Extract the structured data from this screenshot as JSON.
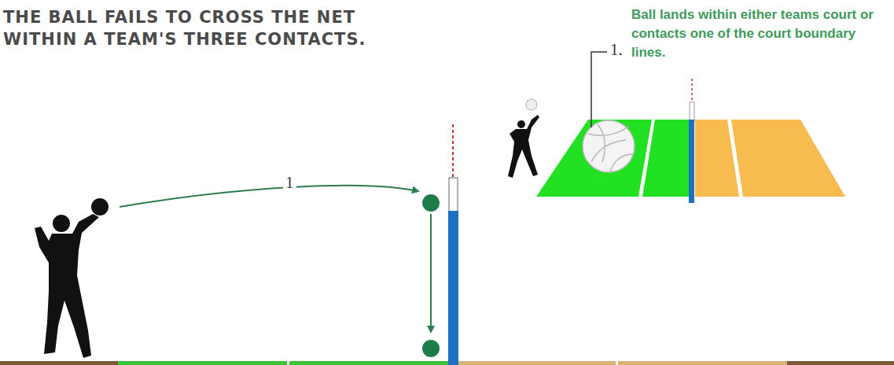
{
  "diagram": {
    "title": "THE BALL FAILS TO CROSS THE NET WITHIN A TEAM'S THREE CONTACTS.",
    "labels": [
      "1",
      "1.",
      "Ball lands within either teams court or contacts one of the court boundary lines."
    ]
  }
}
